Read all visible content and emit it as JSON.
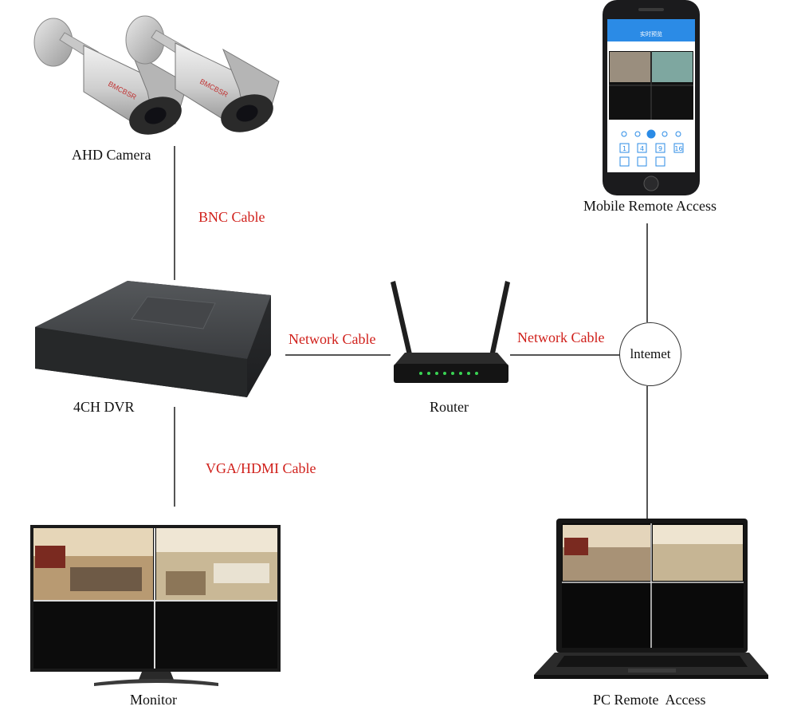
{
  "devices": {
    "camera": "AHD Camera",
    "dvr": "4CH DVR",
    "router": "Router",
    "monitor": "Monitor",
    "mobile": "Mobile Remote Access",
    "pc": "PC Remote  Access",
    "internet": "lntemet"
  },
  "cables": {
    "bnc": "BNC Cable",
    "vga": "VGA/HDMI Cable",
    "network_left": "Network Cable",
    "network_right": "Network Cable"
  },
  "camera_brand": "BMCBSR",
  "phone": {
    "title": "实时预览",
    "grid_buttons": [
      "1",
      "4",
      "9",
      "16"
    ]
  },
  "colors": {
    "cable_label": "#d0201b",
    "line": "#555555",
    "device_dark": "#2f3133",
    "accent_blue": "#2b8be6"
  }
}
